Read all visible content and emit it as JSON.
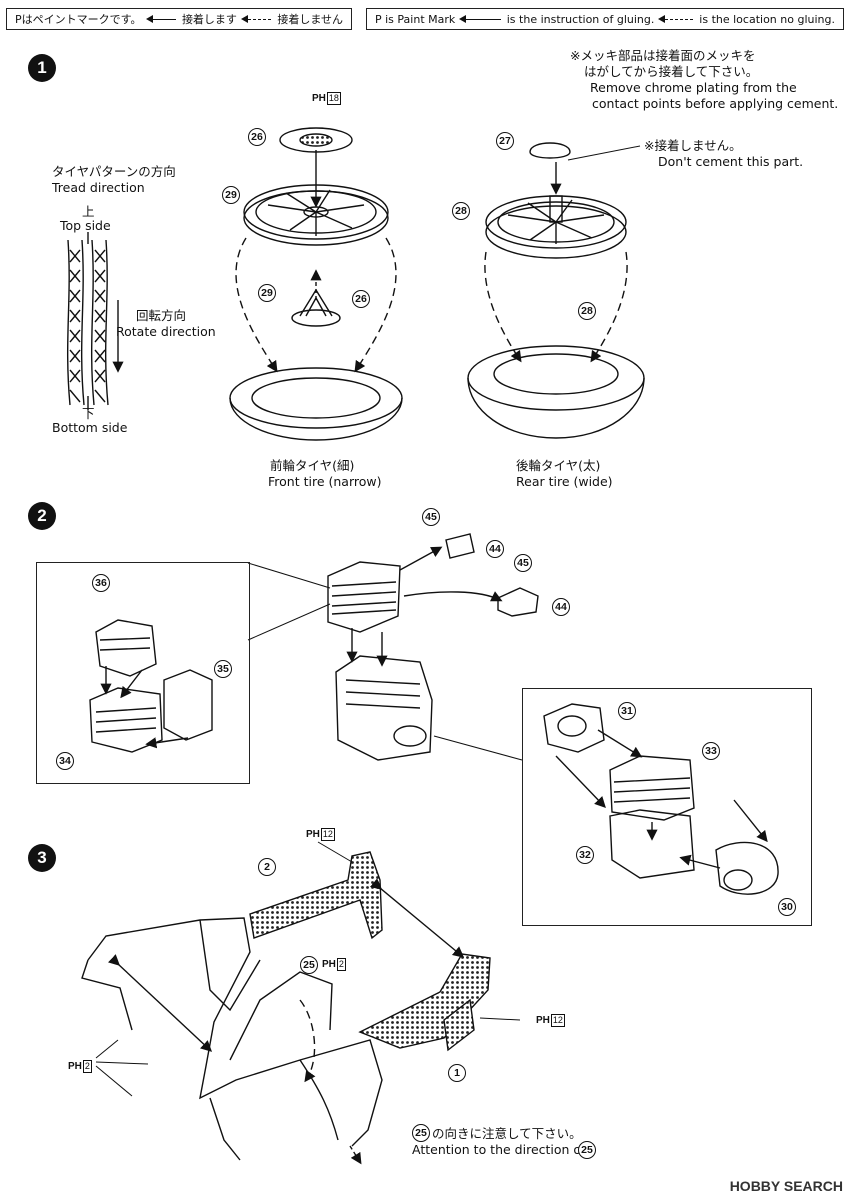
{
  "legend_jp": {
    "paint_mark": "Pはペイントマークです。",
    "glue": "接着します",
    "no_glue": "接着しません"
  },
  "legend_en": {
    "paint_mark": "P is Paint Mark",
    "glue": "is the instruction of gluing.",
    "no_glue": "is the location no gluing."
  },
  "steps": [
    "1",
    "2",
    "3"
  ],
  "step1": {
    "chrome_note_jp": [
      "※メッキ部品は接着面のメッキを",
      "はがしてから接着して下さい。"
    ],
    "chrome_note_en": [
      "Remove chrome plating from the",
      "contact points before applying cement."
    ],
    "no_cement_jp": "※接着しません。",
    "no_cement_en": "Don't cement this part.",
    "tread_jp": "タイヤパターンの方向",
    "tread_en": "Tread direction",
    "top_jp": "上",
    "top_en": "Top side",
    "rotate_jp": "回転方向",
    "rotate_en": "Rotate direction",
    "bottom_jp": "下",
    "bottom_en": "Bottom side",
    "front_jp": "前輪タイヤ(細)",
    "front_en": "Front tire (narrow)",
    "rear_jp": "後輪タイヤ(太)",
    "rear_en": "Rear tire (wide)",
    "parts": [
      "26",
      "29",
      "29",
      "26",
      "27",
      "28",
      "28"
    ],
    "paint": {
      "code": "H",
      "num": "18"
    }
  },
  "step2": {
    "parts": [
      "45",
      "44",
      "45",
      "44",
      "36",
      "35",
      "34",
      "31",
      "33",
      "32",
      "30"
    ]
  },
  "step3": {
    "parts": [
      "2",
      "25",
      "1"
    ],
    "paint_a": {
      "code": "H",
      "num": "12"
    },
    "paint_b": {
      "code": "H",
      "num": "2"
    },
    "paint_c": {
      "code": "H",
      "num": "12"
    },
    "paint_d": {
      "code": "H",
      "num": "2"
    },
    "attention_jp": "の向きに注意して下さい。",
    "attention_en": "Attention to the direction of",
    "attention_part": "25"
  },
  "watermark": "HOBBY SEARCH",
  "colors": {
    "ink": "#111111",
    "paper": "#ffffff"
  }
}
